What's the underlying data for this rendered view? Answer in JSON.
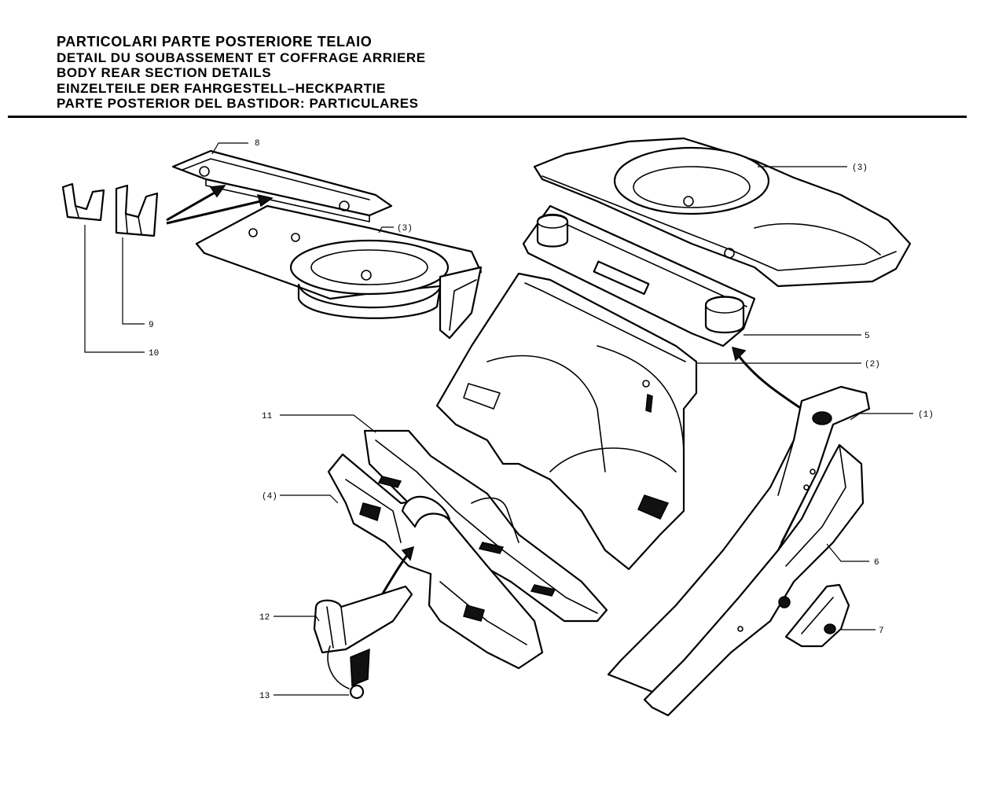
{
  "title_lines": [
    "PARTICOLARI PARTE POSTERIORE TELAIO",
    "DETAIL DU SOUBASSEMENT ET COFFRAGE ARRIERE",
    "BODY REAR SECTION DETAILS",
    "EINZELTEILE DER FAHRGESTELL–HECKPARTIE",
    "PARTE POSTERIOR DEL BASTIDOR: PARTICULARES"
  ],
  "callouts": {
    "c8": "8",
    "c3a": "(3)",
    "c9": "9",
    "c10": "10",
    "c3b": "(3)",
    "c5": "5",
    "c2": "(2)",
    "c1": "(1)",
    "c11": "11",
    "c4": "(4)",
    "c6": "6",
    "c7": "7",
    "c12": "12",
    "c13": "13"
  }
}
